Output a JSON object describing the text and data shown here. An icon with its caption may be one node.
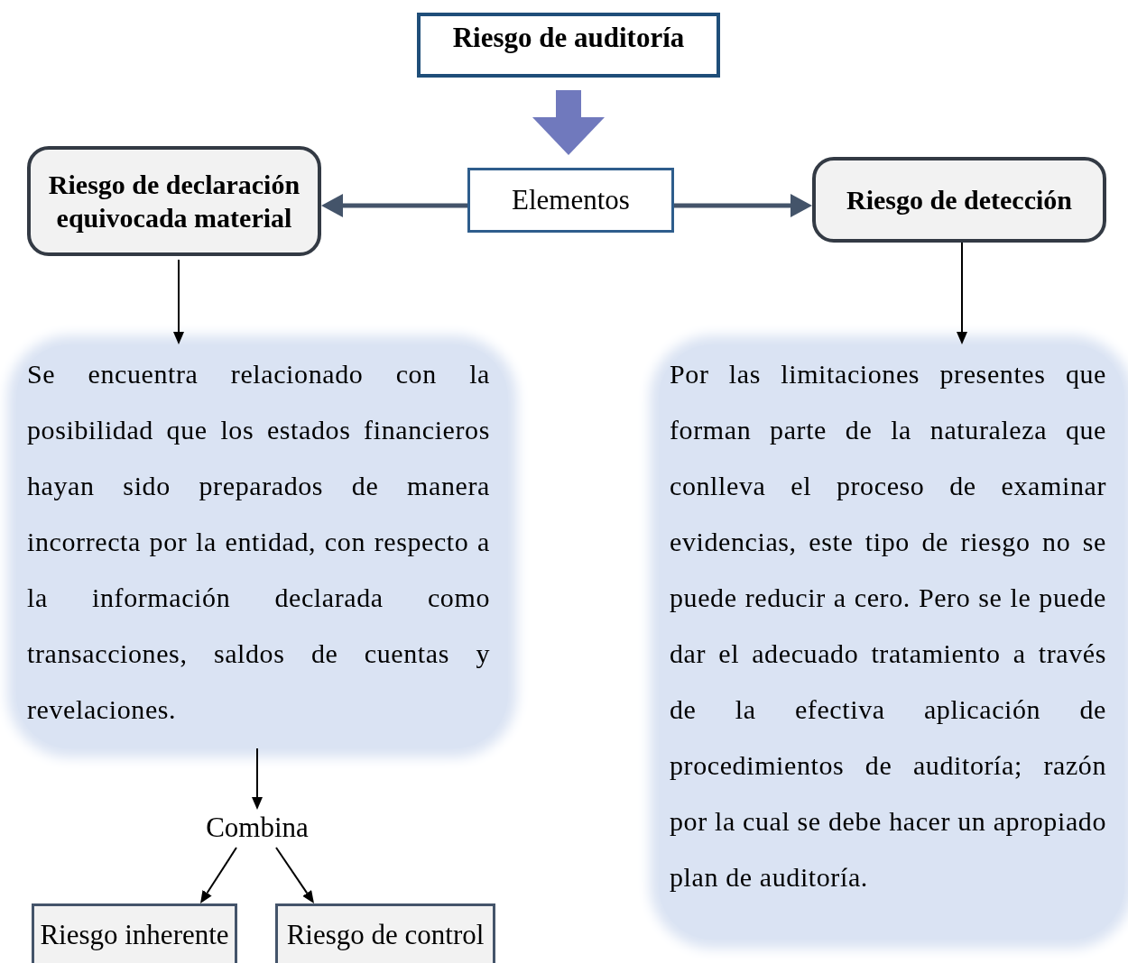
{
  "diagram": {
    "nodes": [
      {
        "text": [
          "Riesgo de auditoría"
        ]
      },
      {
        "text": [
          "Elementos"
        ]
      },
      {
        "text": [
          "Riesgo de declaración equivocada material"
        ]
      },
      {
        "text": [
          "Riesgo de detección"
        ]
      },
      {
        "text": [
          "Se encuentra relacionado con la posibilidad que los estados financieros hayan sido preparados de manera incorrecta por la entidad, con respecto a la información declarada como transacciones, saldos de cuentas y revelaciones."
        ]
      },
      {
        "text": [
          "Por las limitaciones presentes que forman parte de la naturaleza que conlleva el proceso de examinar evidencias, este tipo de riesgo no se puede reducir a cero. Pero se le puede dar el adecuado tratamiento a través de la efectiva aplicación de procedimientos de auditoría; razón por la cual se debe hacer un apropiado plan de auditoría."
        ]
      },
      {
        "text": [
          "Combina"
        ]
      },
      {
        "text": [
          "Riesgo inherente"
        ]
      },
      {
        "text": [
          "Riesgo de control"
        ]
      }
    ],
    "edges": [
      {
        "from": 0,
        "to": 1,
        "arrow": "to",
        "style": "thick",
        "color": "#7079bd"
      },
      {
        "from": 1,
        "to": 2,
        "arrow": "to",
        "style": "thick",
        "color": "#44546a"
      },
      {
        "from": 1,
        "to": 3,
        "arrow": "to",
        "style": "thick",
        "color": "#44546a"
      },
      {
        "from": 2,
        "to": 4,
        "arrow": "to"
      },
      {
        "from": 3,
        "to": 5,
        "arrow": "to"
      },
      {
        "from": 4,
        "to": 6,
        "arrow": "to"
      },
      {
        "from": 6,
        "to": 7,
        "arrow": "to"
      },
      {
        "from": 6,
        "to": 8,
        "arrow": "to"
      }
    ]
  }
}
